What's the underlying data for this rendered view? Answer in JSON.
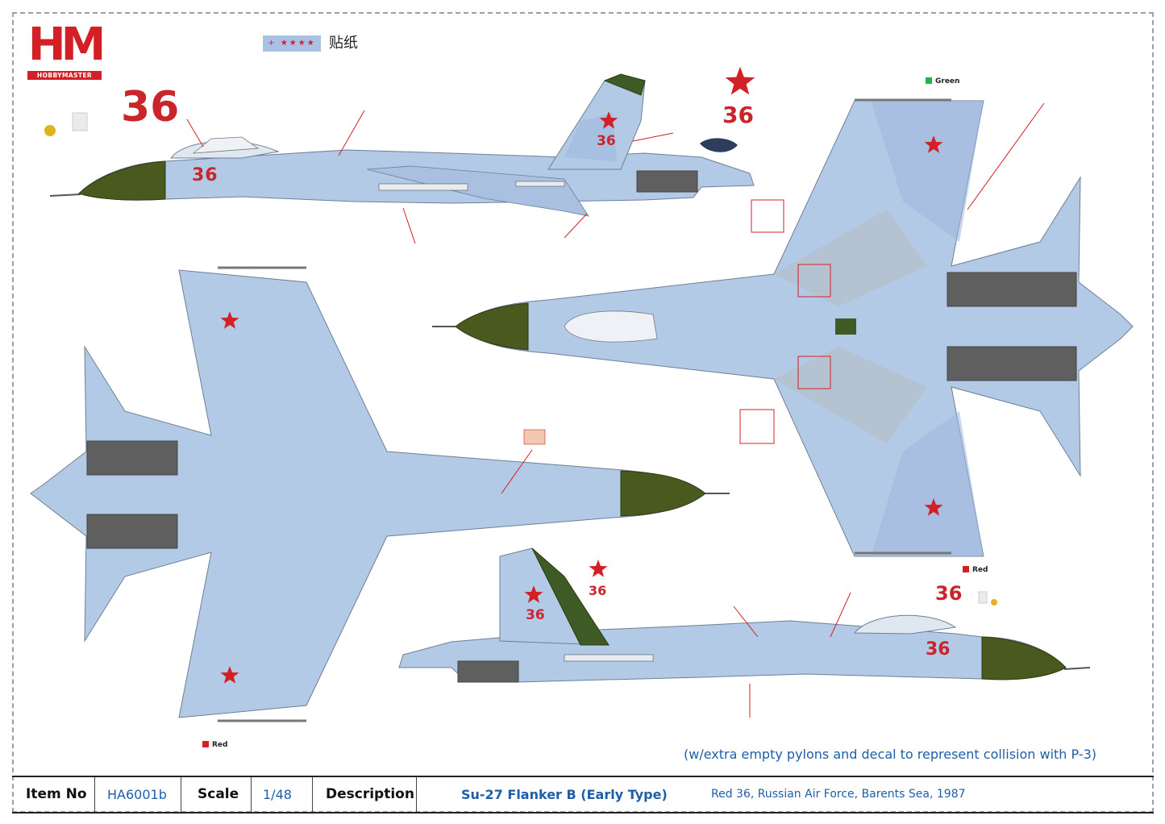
{
  "brand": {
    "logo_text": "HM",
    "logo_subtext": "HOBBYMASTER",
    "accent_color": "#d32027"
  },
  "sticker": {
    "label": "贴纸"
  },
  "markings": {
    "tail_number": "36",
    "star_color": "#d32027"
  },
  "color_callouts": {
    "green": "Green",
    "red_top": "Red",
    "red_bottom": "Red"
  },
  "note": "(w/extra empty pylons and decal to represent collision with P-3)",
  "info_bar": {
    "item_no_label": "Item No",
    "item_no": "HA6001b",
    "scale_label": "Scale",
    "scale": "1/48",
    "description_label": "Description",
    "product_name": "Su-27 Flanker B (Early Type)",
    "product_detail": "Red 36, Russian Air Force, Barents Sea, 1987"
  },
  "colors": {
    "camo_light": "#b3cae6",
    "camo_mid": "#9fb7dd",
    "camo_grey": "#b7bfc9",
    "radome_green": "#4a5a1f",
    "tail_green": "#3e5a25",
    "nozzle_grey": "#5f5f5f",
    "text_blue": "#1f5ea8"
  }
}
